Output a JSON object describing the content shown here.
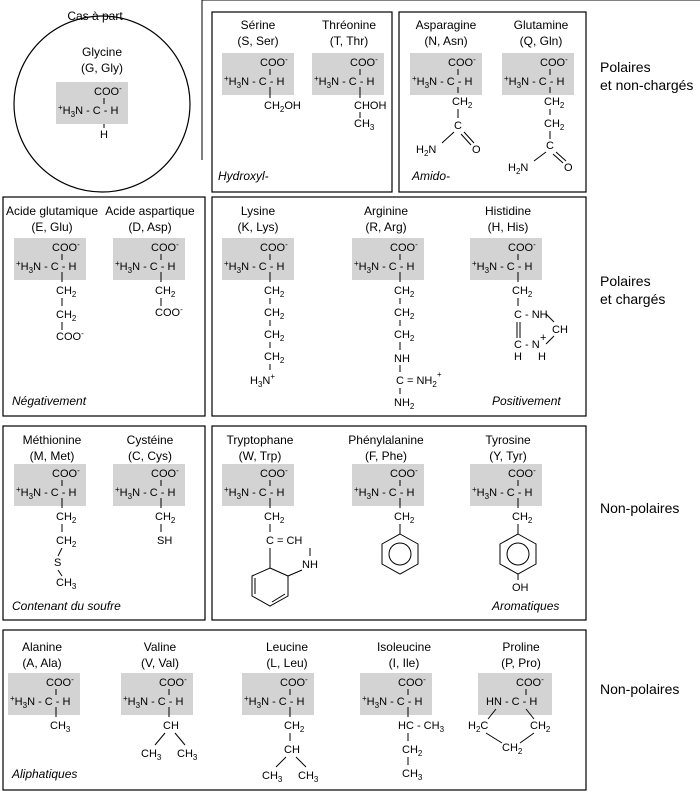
{
  "chart_data": {
    "type": "diagram",
    "title": "Cas à part",
    "special": {
      "name": "Glycine",
      "code": "(G, Gly)"
    },
    "categories": [
      {
        "label_line1": "Polaires",
        "label_line2": "et non-chargés"
      },
      {
        "label_line1": "Polaires",
        "label_line2": "et chargés"
      },
      {
        "label_line1": "Non-polaires",
        "label_line2": ""
      },
      {
        "label_line1": "Non-polaires",
        "label_line2": ""
      }
    ],
    "groups": [
      {
        "label": "Hydroxyl-",
        "aminoacids": [
          {
            "name": "Sérine",
            "code": "(S, Ser)"
          },
          {
            "name": "Thréonine",
            "code": "(T, Thr)"
          }
        ]
      },
      {
        "label": "Amido-",
        "aminoacids": [
          {
            "name": "Asparagine",
            "code": "(N, Asn)"
          },
          {
            "name": "Glutamine",
            "code": "(Q, Gln)"
          }
        ]
      },
      {
        "label": "Négativement",
        "aminoacids": [
          {
            "name": "Acide glutamique",
            "code": "(E, Glu)"
          },
          {
            "name": "Acide aspartique",
            "code": "(D, Asp)"
          }
        ]
      },
      {
        "label": "Positivement",
        "aminoacids": [
          {
            "name": "Lysine",
            "code": "(K, Lys)"
          },
          {
            "name": "Arginine",
            "code": "(R, Arg)"
          },
          {
            "name": "Histidine",
            "code": "(H, His)"
          }
        ]
      },
      {
        "label": "Contenant du soufre",
        "aminoacids": [
          {
            "name": "Méthionine",
            "code": "(M, Met)"
          },
          {
            "name": "Cystéine",
            "code": "(C, Cys)"
          }
        ]
      },
      {
        "label": "Aromatiques",
        "aminoacids": [
          {
            "name": "Tryptophane",
            "code": "(W, Trp)"
          },
          {
            "name": "Phénylalanine",
            "code": "(F, Phe)"
          },
          {
            "name": "Tyrosine",
            "code": "(Y, Tyr)"
          }
        ]
      },
      {
        "label": "Aliphatiques",
        "aminoacids": [
          {
            "name": "Alanine",
            "code": "(A, Ala)"
          },
          {
            "name": "Valine",
            "code": "(V, Val)"
          },
          {
            "name": "Leucine",
            "code": "(L, Leu)"
          },
          {
            "name": "Isoleucine",
            "code": "(I, Ile)"
          },
          {
            "name": "Proline",
            "code": "(P, Pro)"
          }
        ]
      }
    ]
  }
}
